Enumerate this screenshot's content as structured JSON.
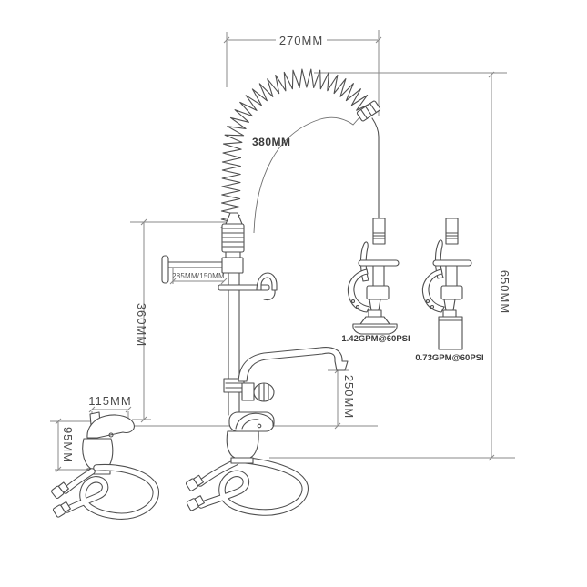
{
  "diagram": {
    "title": "pre-rinse-faucet-dimension-diagram",
    "dimensions": {
      "top_width": "270MM",
      "spring_hose_length": "380MM",
      "riser_height": "360MM",
      "wall_bracket_reach": "285MM/150MM",
      "overall_height": "650MM",
      "spout_height": "250MM",
      "handle_length": "115MM",
      "handle_height": "95MM"
    },
    "flow_ratings": {
      "main_spray_head": "1.42GPM@60PSI",
      "low_flow_spray_head": "0.73GPM@60PSI"
    },
    "colors": {
      "background": "#ffffff",
      "drawing_line": "#4f4f4f",
      "dimension_line": "#8a8a8a",
      "label_text": "#4a4a4a"
    }
  }
}
